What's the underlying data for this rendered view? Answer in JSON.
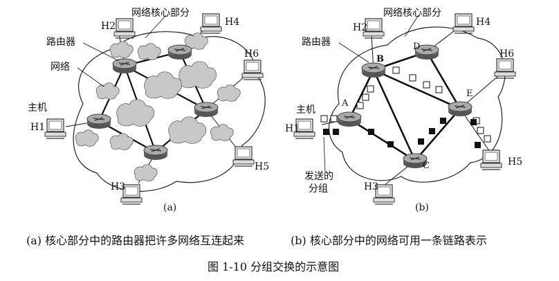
{
  "panel_a": {
    "sublabel": "(a)",
    "core_label": "网络核心部分",
    "router_label": "路由器",
    "network_label": "网络",
    "host_label": "主机",
    "hosts": [
      "H1",
      "H2",
      "H3",
      "H4",
      "H5",
      "H6"
    ],
    "caption": "(a) 核心部分中的路由器把许多网络互连起来"
  },
  "panel_b": {
    "sublabel": "(b)",
    "core_label": "网络核心部分",
    "router_label": "路由器",
    "host_label": "主机",
    "packets_label_1": "发送的",
    "packets_label_2": "分组",
    "routers": [
      "A",
      "B",
      "C",
      "D",
      "E"
    ],
    "hosts": [
      "H1",
      "H2",
      "H3",
      "H4",
      "H5",
      "H6"
    ],
    "caption": "(b) 核心部分中的网络可用一条链路表示"
  },
  "figure_caption": "图 1-10 分组交换的示意图"
}
